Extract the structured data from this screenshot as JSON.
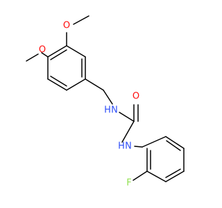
{
  "structure": {
    "atoms": {
      "o_top": "O",
      "o_left": "O",
      "n_upper": "N",
      "h_upper": "H",
      "o_carbonyl": "O",
      "n_lower": "N",
      "h_lower": "H",
      "f": "F"
    },
    "colors": {
      "bond": "#000000",
      "oxygen": "#ff0d0d",
      "nitrogen": "#3050f8",
      "fluorine": "#90e050"
    }
  }
}
